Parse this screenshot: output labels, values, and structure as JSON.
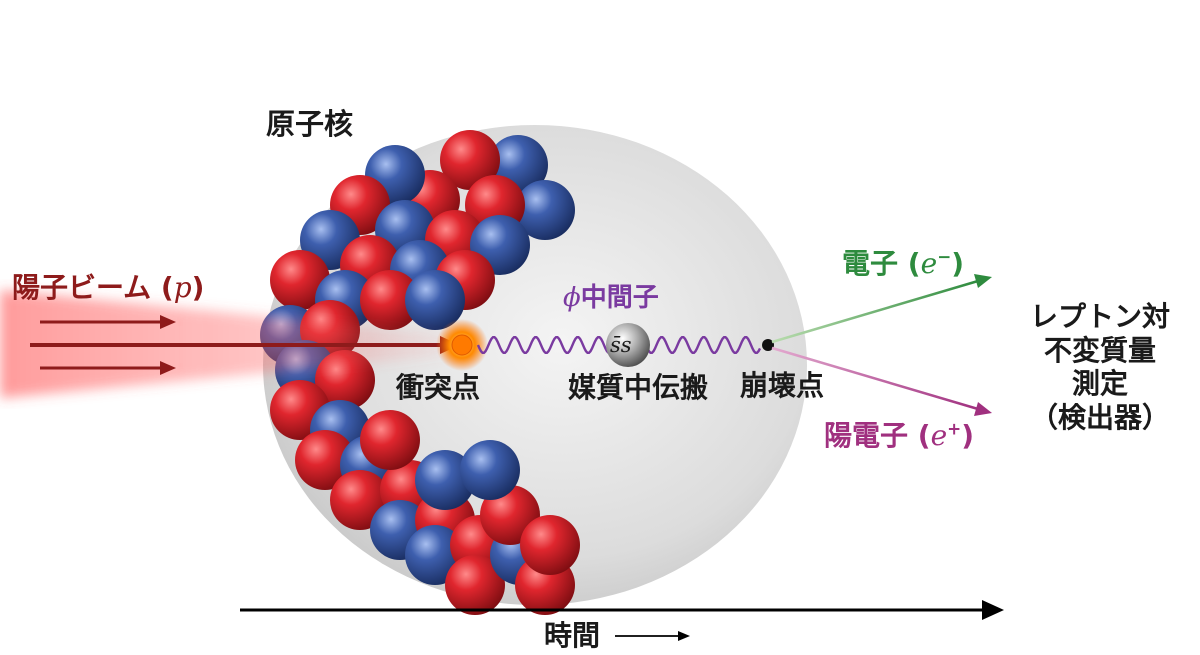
{
  "labels": {
    "nucleus": "原子核",
    "proton_beam": {
      "text": "陽子ビーム",
      "paren_open": "(",
      "symbol": "p",
      "paren_close": ")"
    },
    "phi_meson": {
      "symbol": "ϕ",
      "text": "中間子"
    },
    "ss_pair": "s̄s",
    "collision_point": "衝突点",
    "medium_propagation": "媒質中伝搬",
    "decay_point": "崩壊点",
    "electron": {
      "text": "電子",
      "paren_open": "(",
      "symbol": "e",
      "charge": "−",
      "paren_close": ")"
    },
    "positron": {
      "text": "陽電子",
      "paren_open": "(",
      "symbol": "e",
      "charge": "+",
      "paren_close": ")"
    },
    "lepton_measurement": [
      "レプトン対",
      "不変質量",
      "測定",
      "（検出器）"
    ],
    "time": "時間"
  },
  "colors": {
    "beam": "#8e1b1b",
    "beam_glow": "#ff3a3a",
    "phi": "#7a3aa0",
    "electron": "#2e8b3e",
    "positron": "#a0307f",
    "proton": "#d0252d",
    "neutron": "#3c5ca8",
    "nucleus_bg": "#d9d9d9",
    "time_arrow": "#000000"
  }
}
